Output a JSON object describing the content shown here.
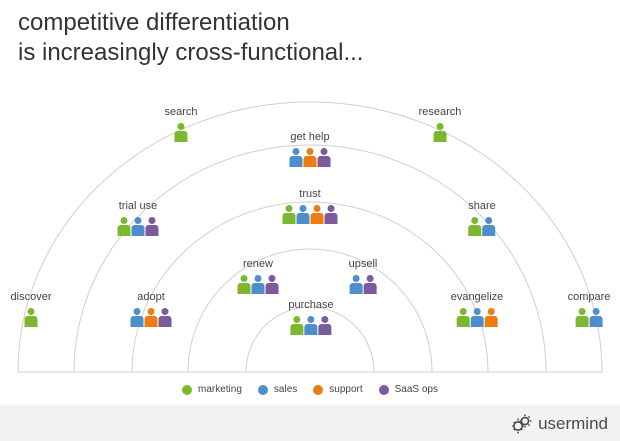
{
  "title": {
    "line1": "competitive differentiation",
    "line2": "is increasingly cross-functional..."
  },
  "colors": {
    "marketing": "#7cb82f",
    "sales": "#4d8fcc",
    "support": "#ee7d11",
    "saas_ops": "#7b5b9a",
    "arc": "#cfcfcf"
  },
  "nodes": [
    {
      "label": "search",
      "roles": [
        "marketing"
      ]
    },
    {
      "label": "research",
      "roles": [
        "marketing"
      ]
    },
    {
      "label": "get help",
      "roles": [
        "sales",
        "support",
        "saas_ops"
      ]
    },
    {
      "label": "trial use",
      "roles": [
        "marketing",
        "sales",
        "saas_ops"
      ]
    },
    {
      "label": "trust",
      "roles": [
        "marketing",
        "sales",
        "support",
        "saas_ops"
      ]
    },
    {
      "label": "share",
      "roles": [
        "marketing",
        "sales"
      ]
    },
    {
      "label": "renew",
      "roles": [
        "marketing",
        "sales",
        "saas_ops"
      ]
    },
    {
      "label": "upsell",
      "roles": [
        "sales",
        "saas_ops"
      ]
    },
    {
      "label": "discover",
      "roles": [
        "marketing"
      ]
    },
    {
      "label": "adopt",
      "roles": [
        "sales",
        "support",
        "saas_ops"
      ]
    },
    {
      "label": "purchase",
      "roles": [
        "marketing",
        "sales",
        "saas_ops"
      ]
    },
    {
      "label": "evangelize",
      "roles": [
        "marketing",
        "sales",
        "support"
      ]
    },
    {
      "label": "compare",
      "roles": [
        "marketing",
        "sales"
      ]
    }
  ],
  "legend": [
    {
      "key": "marketing",
      "label": "marketing"
    },
    {
      "key": "sales",
      "label": "sales"
    },
    {
      "key": "support",
      "label": "support"
    },
    {
      "key": "saas_ops",
      "label": "SaaS ops"
    }
  ],
  "footer": {
    "brand": "usermind",
    "brand_icon": "gear-icon"
  }
}
